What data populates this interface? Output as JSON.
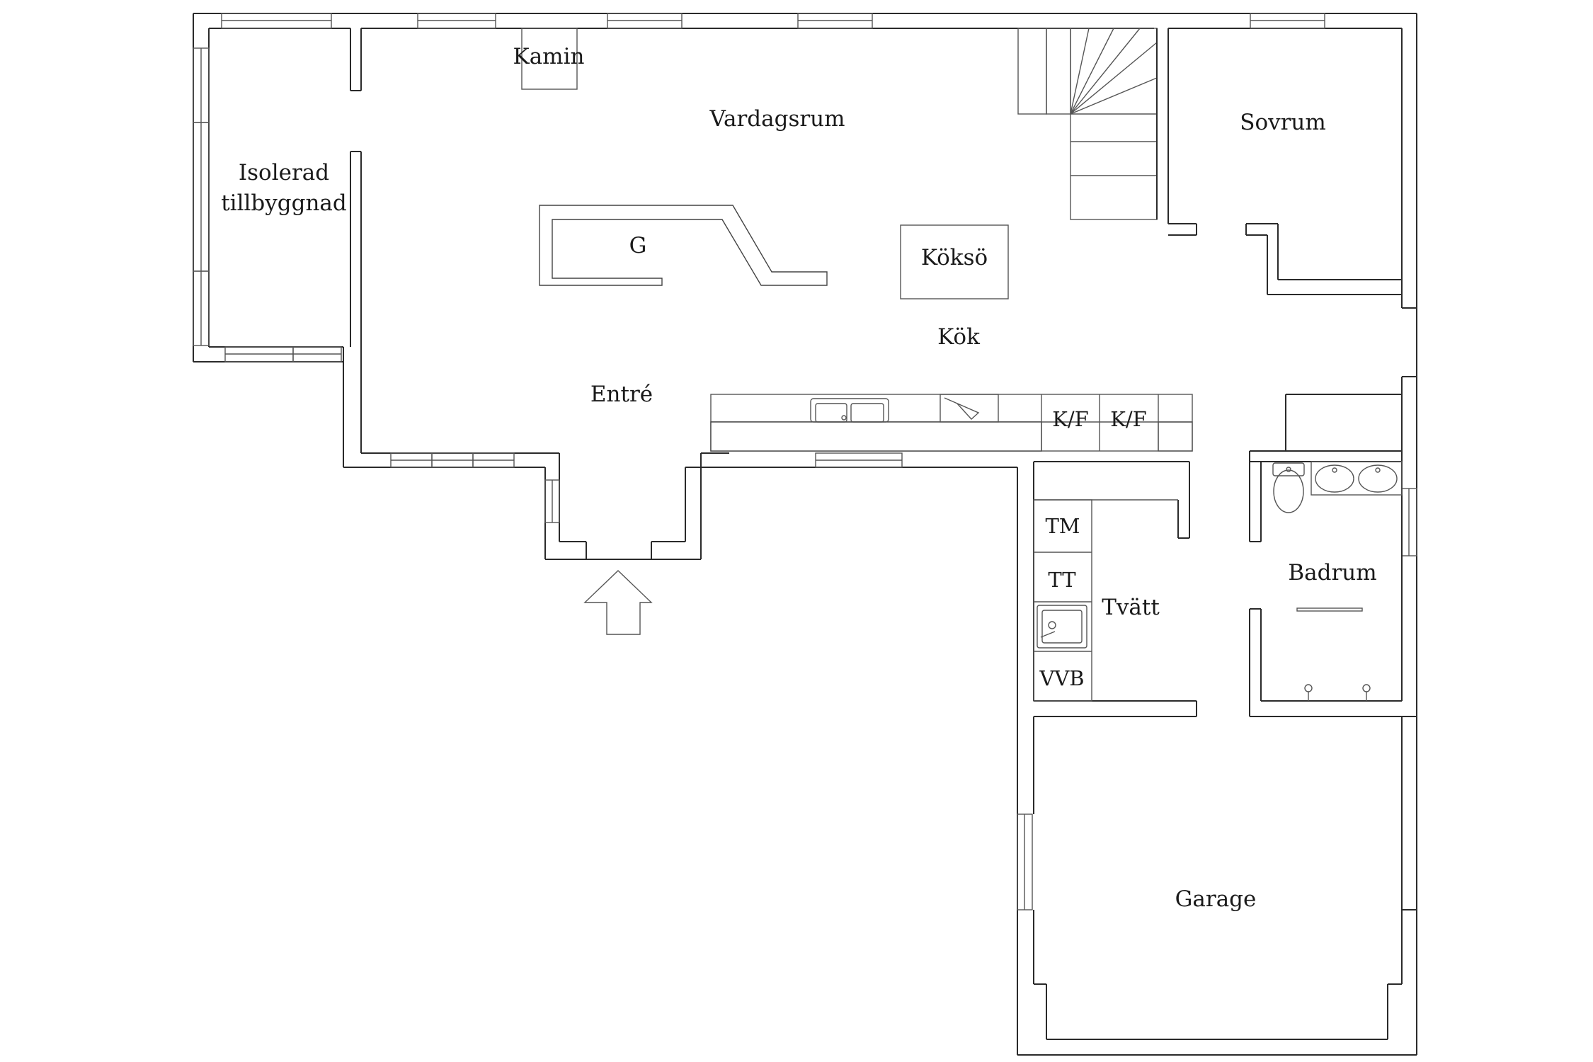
{
  "rooms": {
    "kamin": "Kamin",
    "vardagsrum": "Vardagsrum",
    "sovrum": "Sovrum",
    "isolerad_line1": "Isolerad",
    "isolerad_line2": "tillbyggnad",
    "g": "G",
    "koksö": "Köksö",
    "kok": "Kök",
    "entre": "Entré",
    "kf1": "K/F",
    "kf2": "K/F",
    "tm": "TM",
    "tt": "TT",
    "tvatt": "Tvätt",
    "badrum": "Badrum",
    "vvb": "VVB",
    "garage": "Garage"
  },
  "icons": {
    "entrance": "entrance-arrow-icon",
    "stairs": "staircase-icon",
    "sink": "sink-icon",
    "toilet": "toilet-icon"
  },
  "colors": {
    "wall": "#2a2a2a",
    "background": "#ffffff"
  }
}
